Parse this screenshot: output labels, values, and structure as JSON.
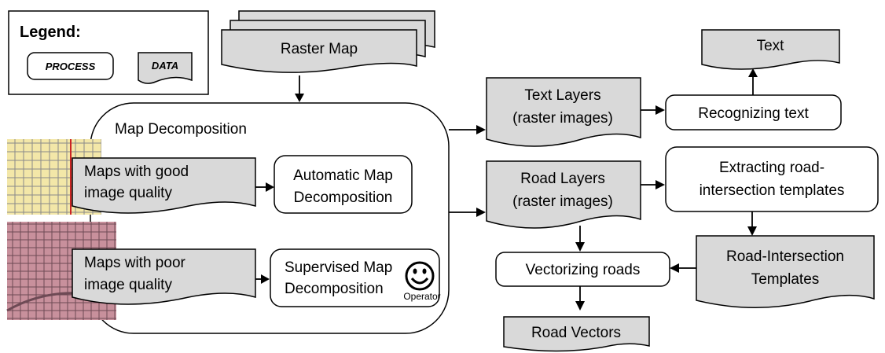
{
  "legend": {
    "title": "Legend:",
    "process": "PROCESS",
    "data": "DATA"
  },
  "nodes": {
    "raster_map": "Raster Map",
    "map_decomposition": "Map Decomposition",
    "good_quality": [
      "Maps with good",
      "image quality"
    ],
    "poor_quality": [
      "Maps with poor",
      "image quality"
    ],
    "auto_decomp": [
      "Automatic Map",
      "Decomposition"
    ],
    "supervised_decomp": [
      "Supervised Map",
      "Decomposition"
    ],
    "operator": "Operator",
    "text_layers": [
      "Text Layers",
      "(raster images)"
    ],
    "road_layers": [
      "Road Layers",
      "(raster images)"
    ],
    "recognizing_text": "Recognizing text",
    "text": "Text",
    "extracting_templates": [
      "Extracting road-",
      "intersection templates"
    ],
    "road_intersection_templates": [
      "Road-Intersection",
      "Templates"
    ],
    "vectorizing_roads": "Vectorizing roads",
    "road_vectors": "Road Vectors"
  },
  "colors": {
    "data_fill": "#d9d9d9",
    "good_map_bg": "#f3e7a8",
    "poor_map_bg": "#c8909c"
  }
}
